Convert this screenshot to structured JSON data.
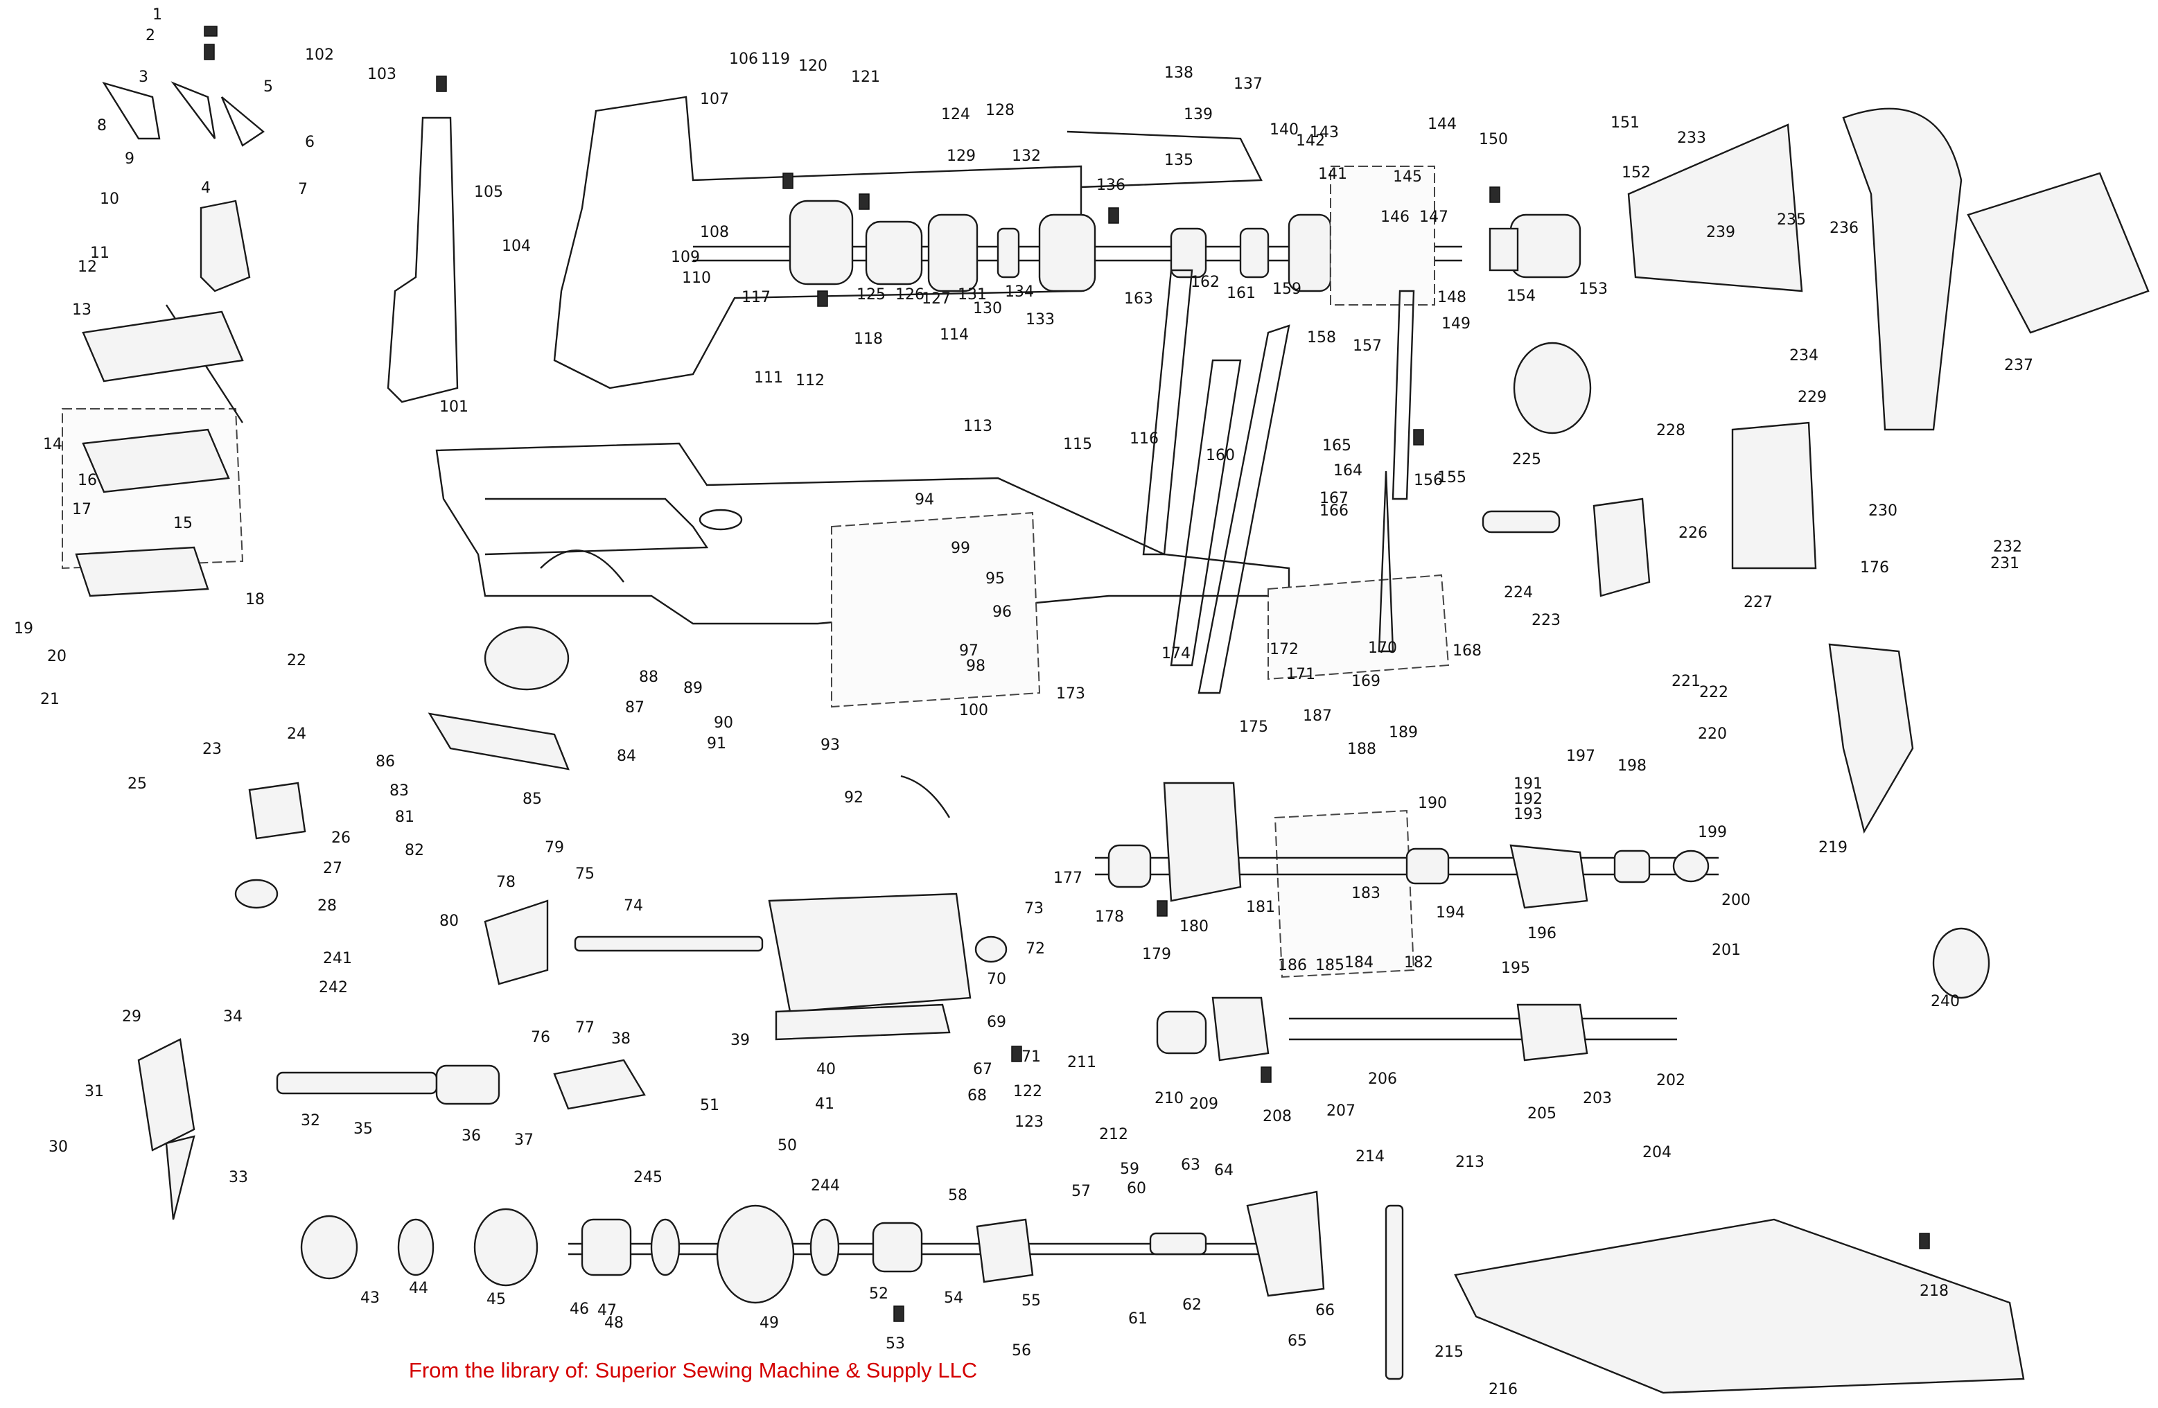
{
  "diagram": {
    "footer_text": "From the library of: Superior Sewing Machine & Supply LLC",
    "callouts": [
      "1",
      "2",
      "3",
      "4",
      "5",
      "6",
      "7",
      "8",
      "9",
      "10",
      "11",
      "12",
      "13",
      "14",
      "15",
      "16",
      "17",
      "18",
      "19",
      "20",
      "21",
      "22",
      "23",
      "24",
      "25",
      "26",
      "27",
      "28",
      "29",
      "30",
      "31",
      "32",
      "33",
      "34",
      "35",
      "36",
      "37",
      "38",
      "39",
      "40",
      "41",
      "43",
      "44",
      "45",
      "46",
      "47",
      "48",
      "49",
      "50",
      "51",
      "52",
      "53",
      "54",
      "55",
      "56",
      "57",
      "58",
      "59",
      "60",
      "61",
      "62",
      "63",
      "64",
      "65",
      "66",
      "67",
      "68",
      "69",
      "70",
      "71",
      "72",
      "73",
      "74",
      "75",
      "76",
      "77",
      "78",
      "79",
      "80",
      "81",
      "82",
      "83",
      "84",
      "85",
      "86",
      "87",
      "88",
      "89",
      "90",
      "91",
      "92",
      "93",
      "94",
      "95",
      "96",
      "97",
      "98",
      "99",
      "100",
      "101",
      "102",
      "103",
      "104",
      "105",
      "106",
      "107",
      "108",
      "109",
      "110",
      "111",
      "112",
      "113",
      "114",
      "115",
      "116",
      "117",
      "118",
      "119",
      "120",
      "121",
      "122",
      "123",
      "124",
      "125",
      "126",
      "127",
      "128",
      "129",
      "130",
      "131",
      "132",
      "133",
      "134",
      "135",
      "136",
      "137",
      "138",
      "139",
      "140",
      "141",
      "142",
      "143",
      "144",
      "145",
      "146",
      "147",
      "148",
      "149",
      "150",
      "151",
      "152",
      "153",
      "154",
      "155",
      "156",
      "157",
      "158",
      "159",
      "160",
      "161",
      "162",
      "163",
      "164",
      "165",
      "166",
      "167",
      "168",
      "169",
      "170",
      "171",
      "172",
      "173",
      "174",
      "175",
      "176",
      "177",
      "178",
      "179",
      "180",
      "181",
      "182",
      "183",
      "184",
      "185",
      "186",
      "187",
      "188",
      "189",
      "190",
      "191",
      "192",
      "193",
      "194",
      "195",
      "196",
      "197",
      "198",
      "199",
      "200",
      "201",
      "202",
      "203",
      "204",
      "205",
      "206",
      "207",
      "208",
      "209",
      "210",
      "211",
      "212",
      "213",
      "214",
      "215",
      "216",
      "218",
      "219",
      "220",
      "221",
      "222",
      "223",
      "224",
      "225",
      "226",
      "227",
      "228",
      "229",
      "230",
      "231",
      "232",
      "233",
      "234",
      "235",
      "236",
      "237",
      "239",
      "240",
      "241",
      "242",
      "244",
      "245"
    ]
  }
}
